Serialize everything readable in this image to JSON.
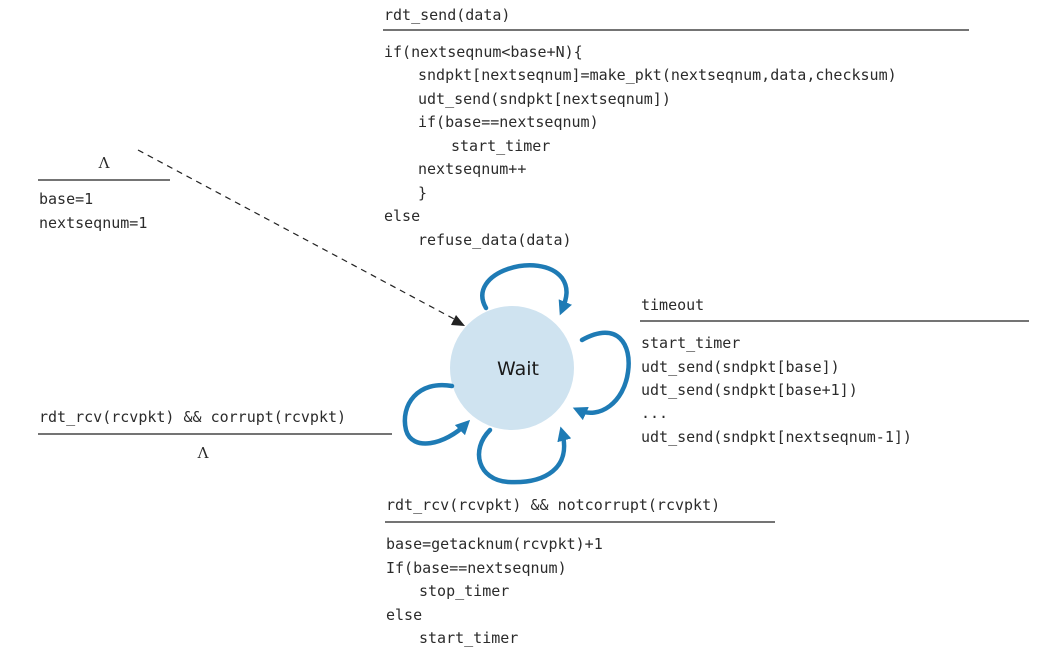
{
  "state": {
    "label": "Wait"
  },
  "colors": {
    "state_fill": "#cfe3f0",
    "loop": "#1e7bb5",
    "text": "#2b2b2b",
    "rule": "#222222"
  },
  "init": {
    "event": "Λ",
    "actions": [
      "base=1",
      "nextseqnum=1"
    ]
  },
  "send": {
    "event": "rdt_send(data)",
    "actions": [
      "if(nextseqnum<base+N){",
      "sndpkt[nextseqnum]=make_pkt(nextseqnum,data,checksum)",
      "udt_send(sndpkt[nextseqnum])",
      "if(base==nextseqnum)",
      "start_timer",
      "nextseqnum++",
      "}",
      "else",
      "refuse_data(data)"
    ]
  },
  "timeout": {
    "event": "timeout",
    "actions": [
      "start_timer",
      "udt_send(sndpkt[base])",
      "udt_send(sndpkt[base+1])",
      "...",
      "udt_send(sndpkt[nextseqnum-1])"
    ]
  },
  "corrupt": {
    "event": "rdt_rcv(rcvpkt) && corrupt(rcvpkt)",
    "action": "Λ"
  },
  "notcorrupt": {
    "event": "rdt_rcv(rcvpkt) && notcorrupt(rcvpkt)",
    "actions": [
      "base=getacknum(rcvpkt)+1",
      "If(base==nextseqnum)",
      "stop_timer",
      "else",
      "start_timer"
    ]
  }
}
